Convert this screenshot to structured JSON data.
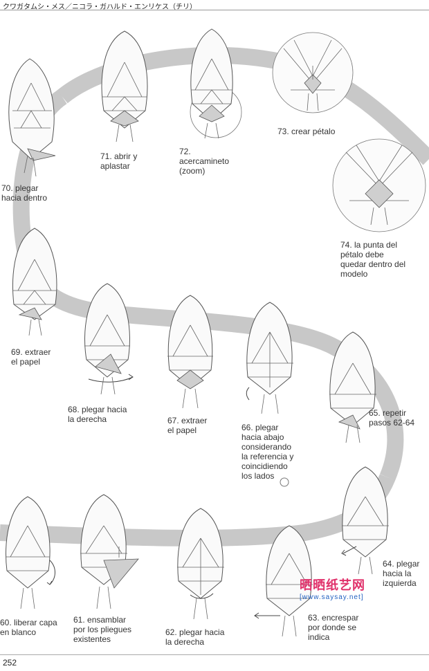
{
  "header": {
    "title": "クワガタムシ・メス／ニコラ・ガハルド・エンリケス（チリ）"
  },
  "steps": {
    "s60": "60. liberar capa\nen blanco",
    "s61": "61. ensamblar\npor los pliegues\nexistentes",
    "s62": "62. plegar hacia\nla derecha",
    "s63": "63. encrespar\npor donde se\nindica",
    "s64": "64. plegar\nhacia la\nizquierda",
    "s65": "65. repetir\npasos 62-64",
    "s66": "66. plegar\nhacia abajo\nconsiderando\nla referencia y\ncoincidiendo\nlos lados",
    "s67": "67. extraer\nel papel",
    "s68": "68. plegar hacia\nla derecha",
    "s69": "69. extraer\nel papel",
    "s70": "70. plegar\nhacia dentro",
    "s71": "71. abrir y\naplastar",
    "s72": "72.\nacercamineto\n(zoom)",
    "s73": "73. crear pétalo",
    "s74": "74. la punta del\npétalo debe\nquedar dentro del\nmodelo"
  },
  "footer": {
    "page_number": "252"
  },
  "watermark": {
    "title": "晒晒纸艺网",
    "url": "[www.saysay.net]"
  },
  "colors": {
    "path_band": "#c8c8c8",
    "figure_fill": "#fafafa",
    "line": "#555555",
    "watermark_pink": "#e0306a",
    "watermark_blue": "#2060c0"
  }
}
